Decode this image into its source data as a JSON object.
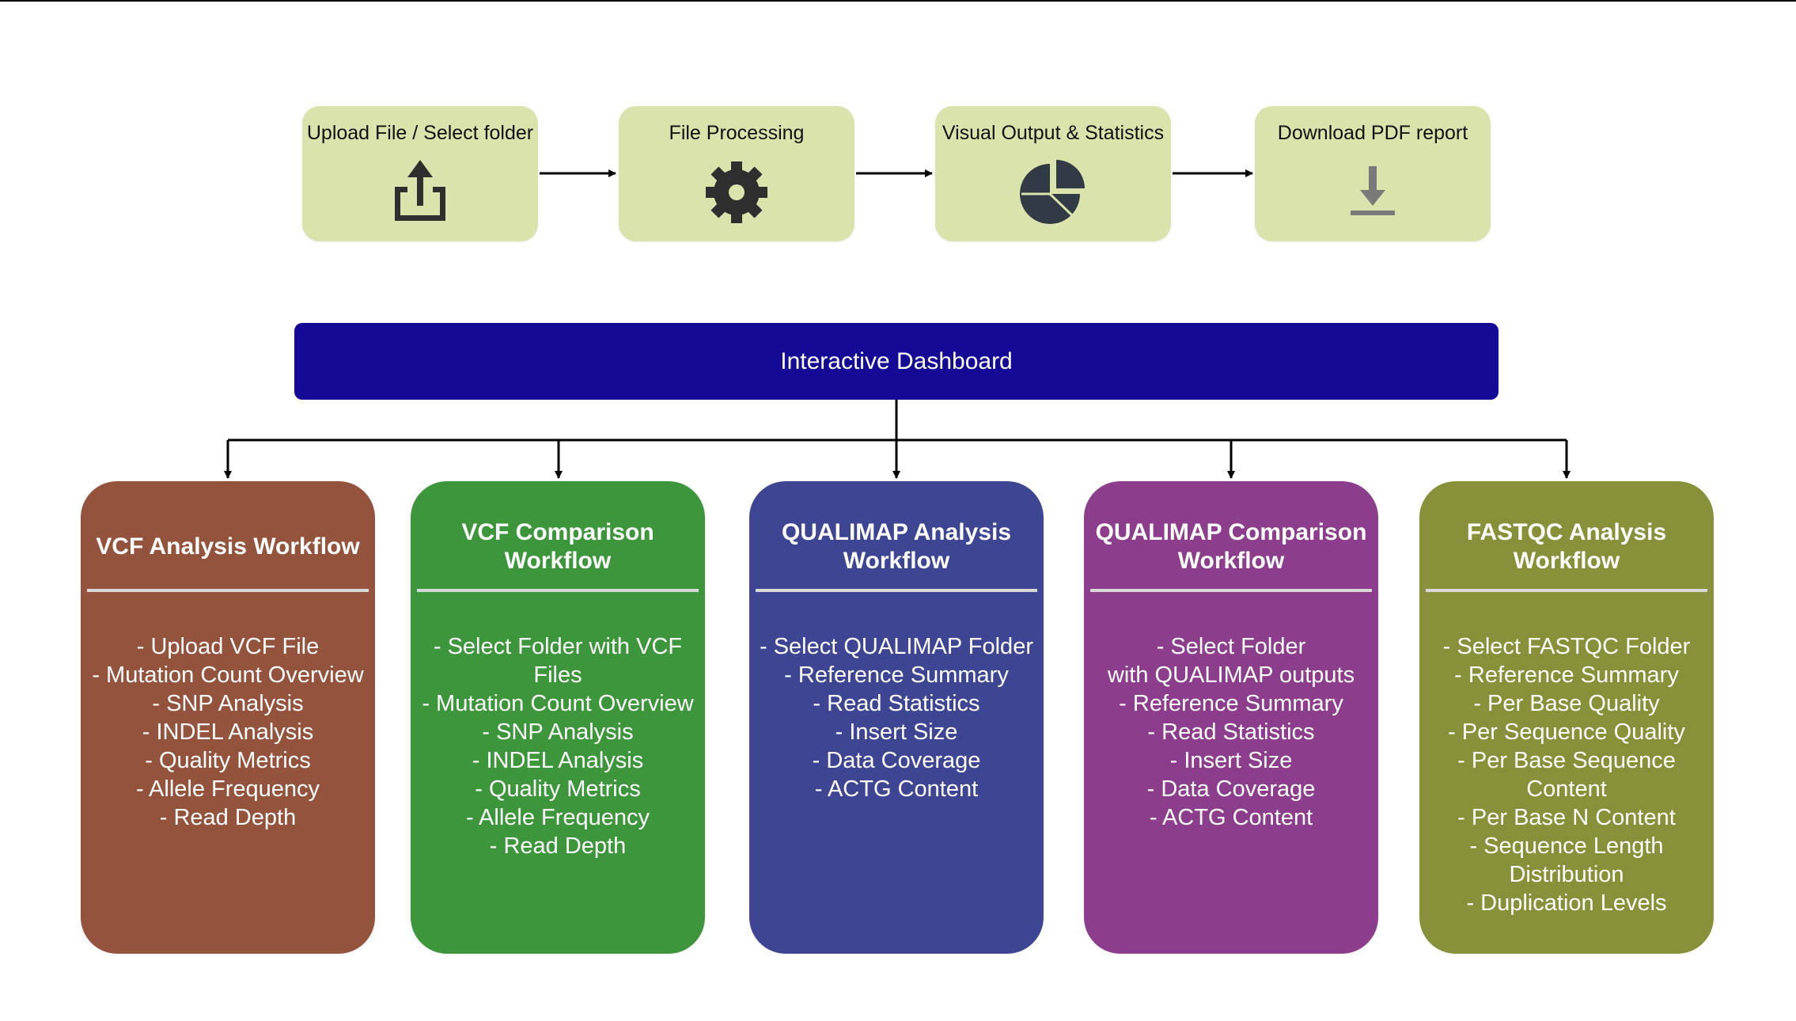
{
  "steps": [
    {
      "label": "Upload File / Select folder",
      "icon": "upload-icon"
    },
    {
      "label": "File Processing",
      "icon": "gear-icon"
    },
    {
      "label": "Visual Output & Statistics",
      "icon": "pie-chart-icon"
    },
    {
      "label": "Download PDF report",
      "icon": "download-icon"
    }
  ],
  "dashboard": {
    "label": "Interactive Dashboard",
    "color": "#140a96"
  },
  "workflows": [
    {
      "title": "VCF Analysis Workflow",
      "color": "#93533d",
      "items": [
        "- Upload VCF File",
        "- Mutation Count Overview",
        "- SNP Analysis",
        "- INDEL Analysis",
        "- Quality Metrics",
        "- Allele Frequency",
        "- Read Depth"
      ]
    },
    {
      "title": "VCF Comparison Workflow",
      "color": "#3d963b",
      "items": [
        "- Select Folder with VCF Files",
        "- Mutation Count Overview",
        "- SNP Analysis",
        "- INDEL Analysis",
        "- Quality Metrics",
        "- Allele Frequency",
        "- Read Depth"
      ]
    },
    {
      "title": "QUALIMAP Analysis Workflow",
      "color": "#3e4693",
      "items": [
        "- Select QUALIMAP Folder",
        "- Reference Summary",
        "- Read Statistics",
        "- Insert Size",
        "- Data Coverage",
        "- ACTG Content"
      ]
    },
    {
      "title": "QUALIMAP Comparison Workflow",
      "color": "#8c3e8c",
      "items": [
        "- Select Folder\nwith QUALIMAP outputs",
        "- Reference Summary",
        "- Read Statistics",
        "- Insert Size",
        "- Data Coverage",
        "- ACTG Content"
      ]
    },
    {
      "title": "FASTQC Analysis Workflow",
      "color": "#889039",
      "items": [
        "- Select FASTQC Folder",
        "- Reference Summary",
        "- Per Base Quality",
        "- Per Sequence Quality",
        "- Per Base Sequence\nContent",
        "- Per Base N Content",
        "- Sequence Length\nDistribution",
        "- Duplication Levels"
      ]
    }
  ]
}
